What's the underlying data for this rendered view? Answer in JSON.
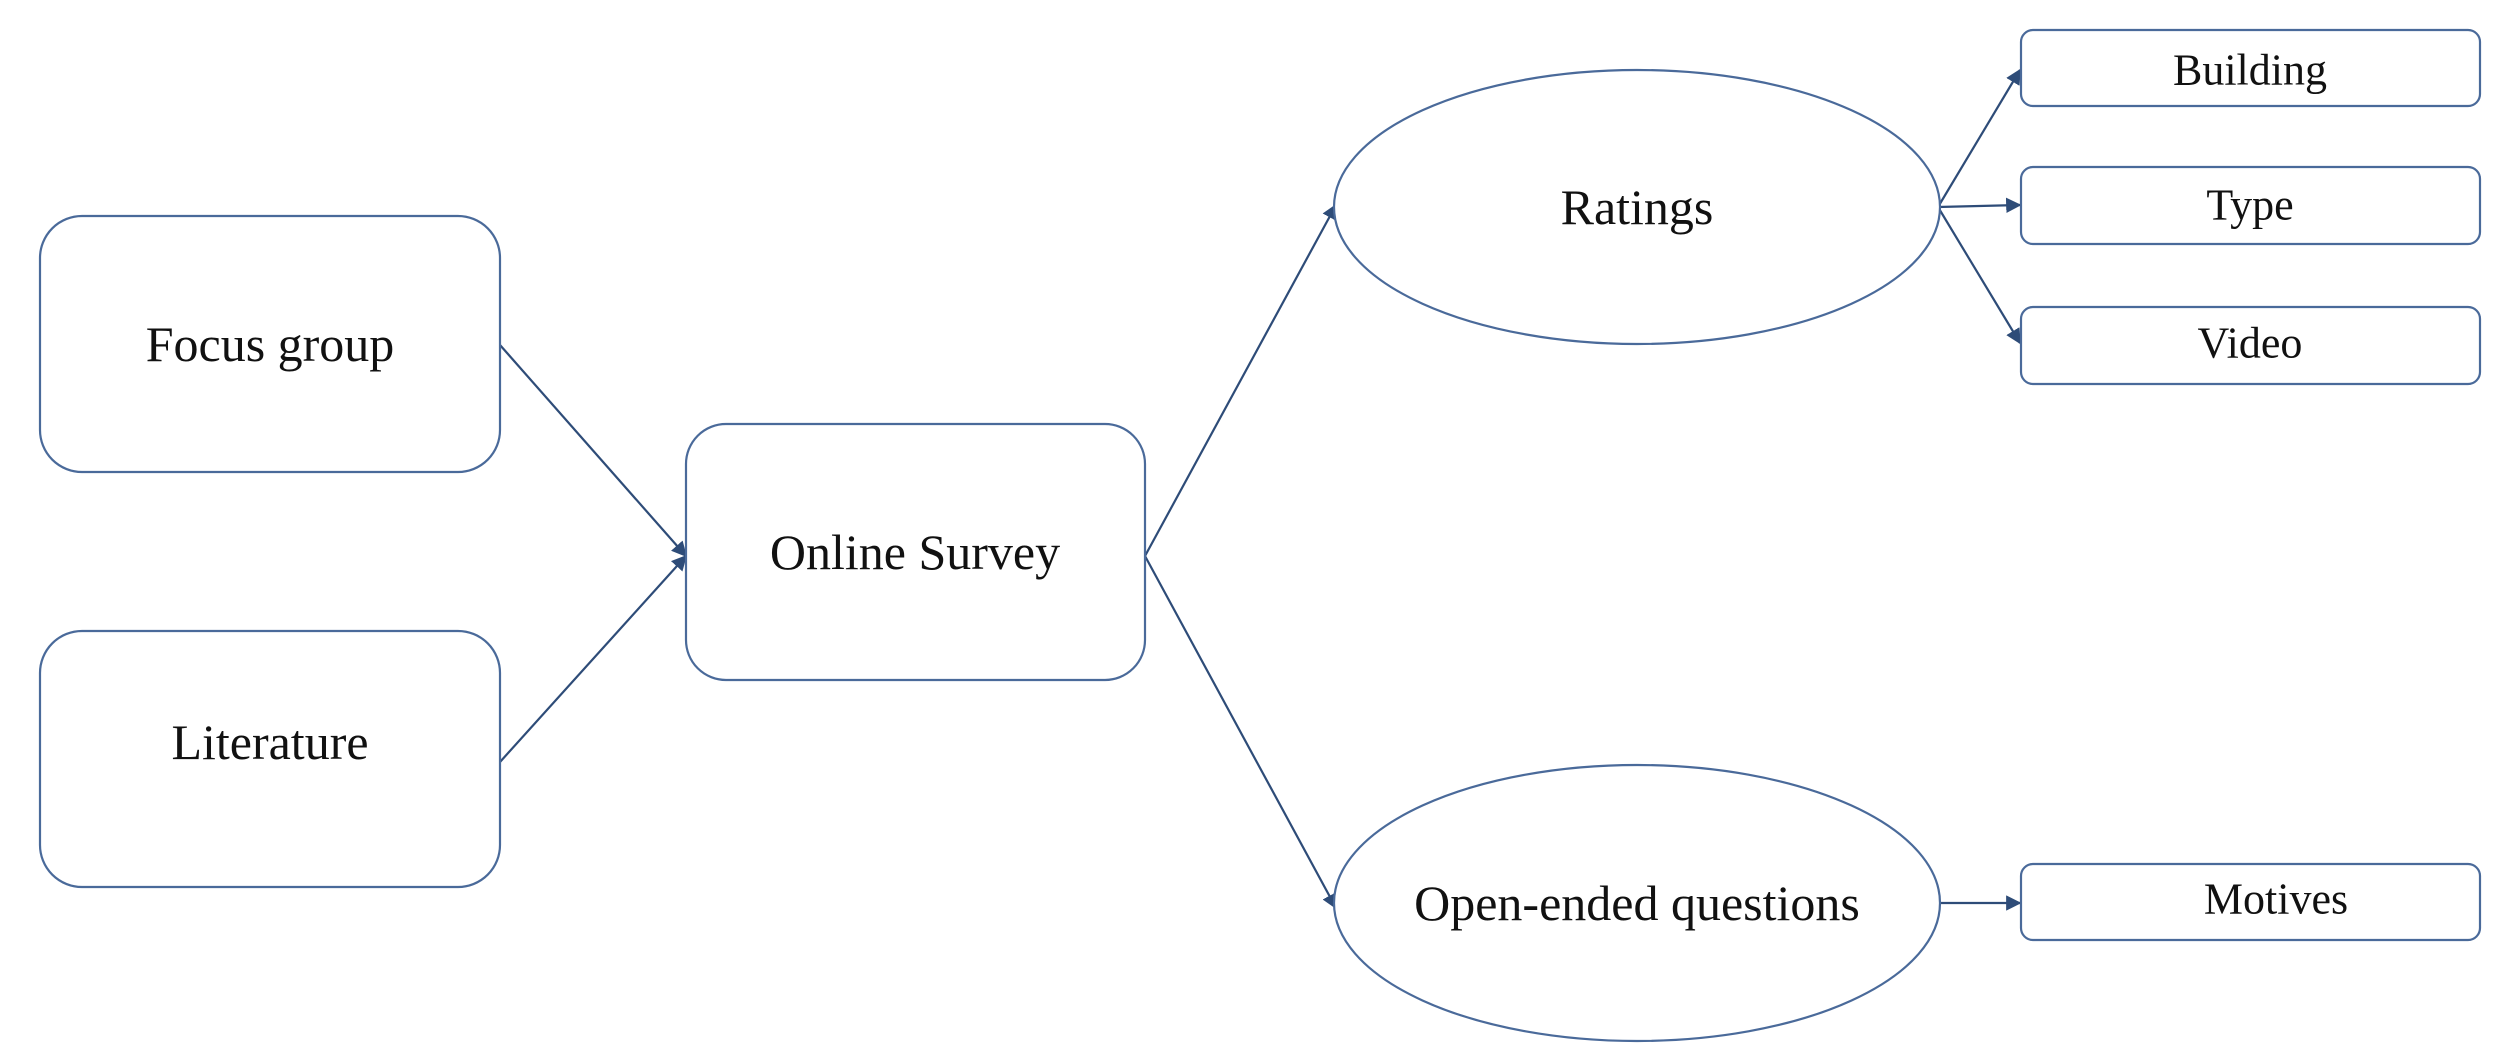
{
  "nodes": {
    "focus_group": "Focus group",
    "literature": "Literature",
    "online_survey": "Online Survey",
    "ratings": "Ratings",
    "open_ended": "Open-ended questions",
    "building": "Building",
    "type": "Type",
    "video": "Video",
    "motives": "Motives"
  },
  "colors": {
    "node_border": "#4a6a9a",
    "arrow": "#2e4c78",
    "text": "#111111"
  }
}
